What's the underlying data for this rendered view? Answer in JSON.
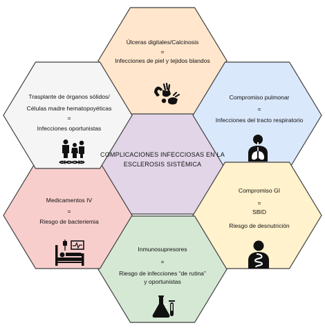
{
  "center": {
    "line1": "COMPLICACIONES INFECCIOSAS",
    "line2": "EN LA ESCLEROSIS SISTÉMICA",
    "color": "#e1d5e7"
  },
  "hexagons": {
    "top": {
      "line1": "Úlceras digitales/Calcinosis",
      "eq": "=",
      "line2": "Infecciones de piel y tejidos blandos",
      "color": "#ffe6cc",
      "icon": "hands-icon"
    },
    "upper_right": {
      "line1": "Compromiso pulmonar",
      "eq": "=",
      "line2": "Infecciones del tracto respiratorio",
      "color": "#dae8fc",
      "icon": "lungs-person-icon"
    },
    "lower_right": {
      "line1": "Compromiso GI",
      "eq": "=",
      "line2": "SBID",
      "line3": "Riesgo de desnutrición",
      "color": "#fff2cc",
      "icon": "digestive-person-icon"
    },
    "bottom": {
      "line1": "Inmunosupresores",
      "eq": "=",
      "line2": "Riesgo de infecciones “de rutina”",
      "line3": "y oportunistas",
      "color": "#d5e8d4",
      "icon": "flask-icon"
    },
    "lower_left": {
      "line1": "Medicamentos IV",
      "eq": "=",
      "line2": "Riesgo de bacteriemia",
      "color": "#f8cecc",
      "icon": "hospital-bed-icon"
    },
    "upper_left": {
      "line1": "Trasplante de órganos sólidos/",
      "line2": "Células madre hematopoyéticas",
      "eq": "=",
      "line3": "Infecciones oportunistas",
      "color": "#f5f5f5",
      "icon": "family-dna-icon"
    }
  }
}
